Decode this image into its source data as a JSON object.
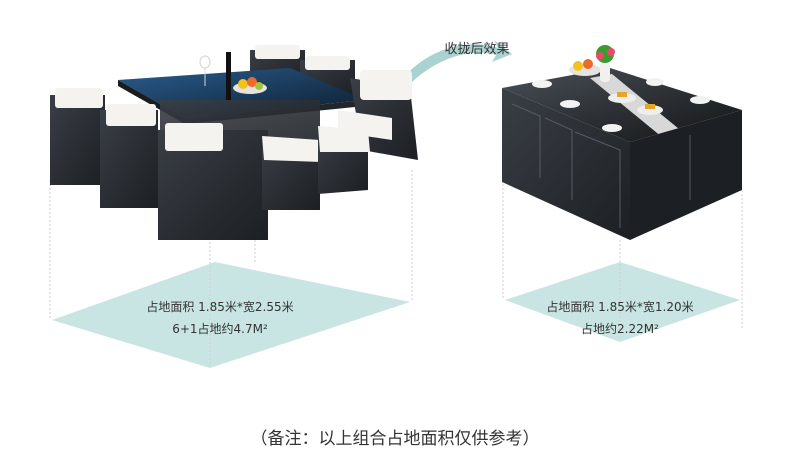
{
  "transition_label": "收拢后效果",
  "left_set": {
    "area_line": "占地面积 1.85米*宽2.55米",
    "total_line": "6+1占地约4.7M²"
  },
  "right_set": {
    "area_line": "占地面积 1.85米*宽1.20米",
    "total_line": "占地约2.22M²"
  },
  "footnote": "（备注：以上组合占地面积仅供参考）",
  "colors": {
    "floor_tint": "#c8e5e3",
    "rattan": "#2a2e33",
    "cushion": "#f4f3ef",
    "glass": "#1f3b5c",
    "arrow": "#a9d2d0"
  }
}
